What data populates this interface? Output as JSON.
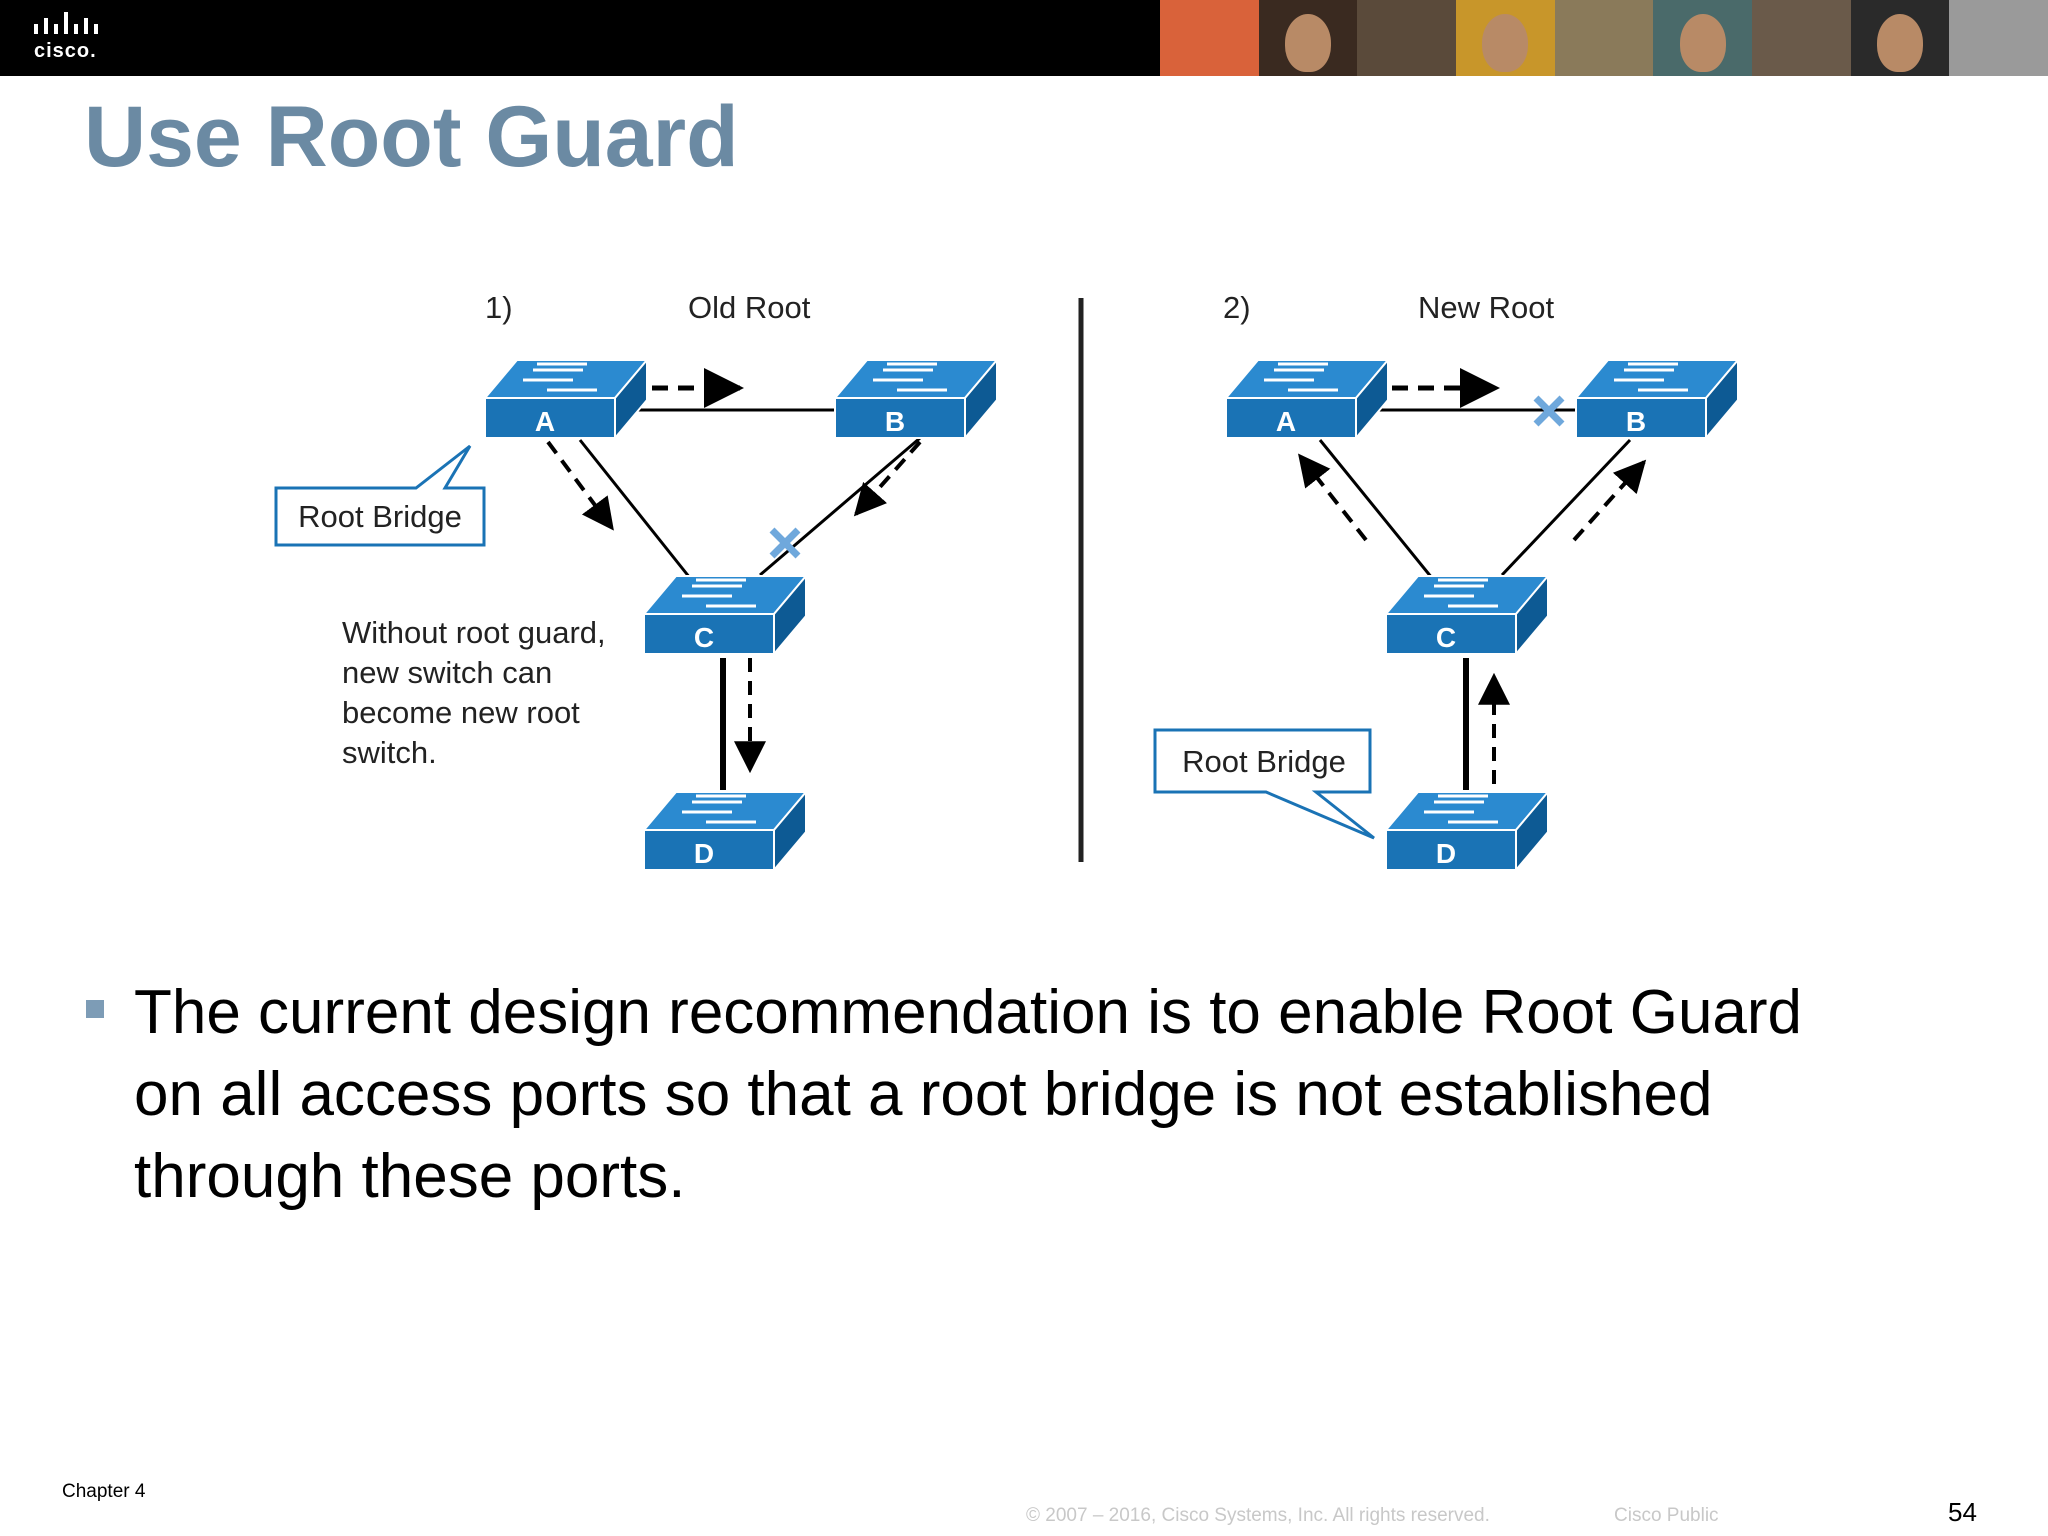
{
  "slide": {
    "title": "Use Root Guard",
    "bullet": "The current design recommendation is to enable Root Guard on all access ports so that  a root bridge is not established through these ports.",
    "chapter": "Chapter 4",
    "copyright": "© 2007 – 2016, Cisco Systems, Inc. All rights reserved.",
    "classification": "Cisco Public",
    "page_number": "54"
  },
  "logo": {
    "text": "cisco."
  },
  "diagram": {
    "left": {
      "step": "1)",
      "heading": "Old Root",
      "callout": "Root Bridge",
      "note_lines": [
        "Without root guard,",
        "new switch can",
        "become new root",
        "switch."
      ],
      "switches": [
        "A",
        "B",
        "C",
        "D"
      ]
    },
    "right": {
      "step": "2)",
      "heading": "New Root",
      "callout": "Root Bridge",
      "switches": [
        "A",
        "B",
        "C",
        "D"
      ]
    }
  },
  "colors": {
    "title": "#6b8aa3",
    "switch_front": "#1a73b5",
    "switch_top": "#2b8ad0",
    "switch_side": "#0d5a94",
    "blocked_x": "#6fa8dc",
    "bullet": "#7d9cb6"
  },
  "photo_strip": {
    "palette": [
      "#d9623a",
      "#3a2a20",
      "#5a4a3a",
      "#c8962a",
      "#8a7a5a",
      "#4a6a6a",
      "#6a5a4a",
      "#2a2a2a",
      "#9a9a9a"
    ]
  }
}
